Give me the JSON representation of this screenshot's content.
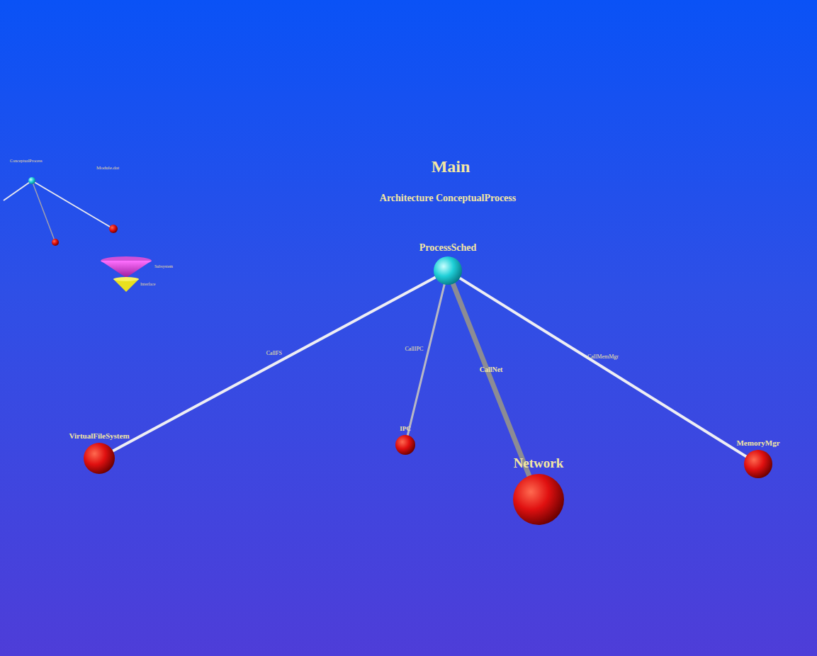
{
  "diagram": {
    "title": "Main",
    "nodes": [
      {
        "text": [
          "ProcessSched"
        ]
      },
      {
        "text": [
          "VirtualFileSystem"
        ]
      },
      {
        "text": [
          "IPC"
        ]
      },
      {
        "text": [
          "Network"
        ]
      },
      {
        "text": [
          "MemoryMgr"
        ]
      }
    ],
    "edges": [
      {
        "from": 0,
        "to": 1,
        "arrow": "none",
        "label": "CallFS"
      },
      {
        "from": 0,
        "to": 2,
        "arrow": "none",
        "label": "CallIPC"
      },
      {
        "from": 0,
        "to": 3,
        "arrow": "none",
        "label": "CallNet"
      },
      {
        "from": 0,
        "to": 4,
        "arrow": "none",
        "label": "CallMemMgr"
      }
    ],
    "labels": [
      "Architecture ConceptualProcess",
      "ConceptualProcess",
      "Module.dat",
      "Subsystem",
      "Interface"
    ]
  }
}
